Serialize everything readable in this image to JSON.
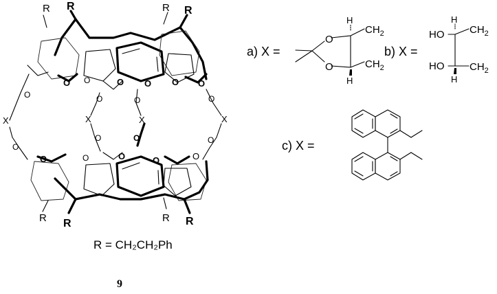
{
  "compound": {
    "number": "9",
    "r_definition": "R = CH₂CH₂Ph",
    "r_label": "R",
    "x_label": "X",
    "o_label": "O"
  },
  "variants": {
    "a_label": "a) X =",
    "b_label": "b) X =",
    "c_label": "c) X ="
  },
  "fragments": {
    "o": "O",
    "h": "H",
    "ho": "HO",
    "ch2": "CH",
    "ch2_sub": "2"
  }
}
